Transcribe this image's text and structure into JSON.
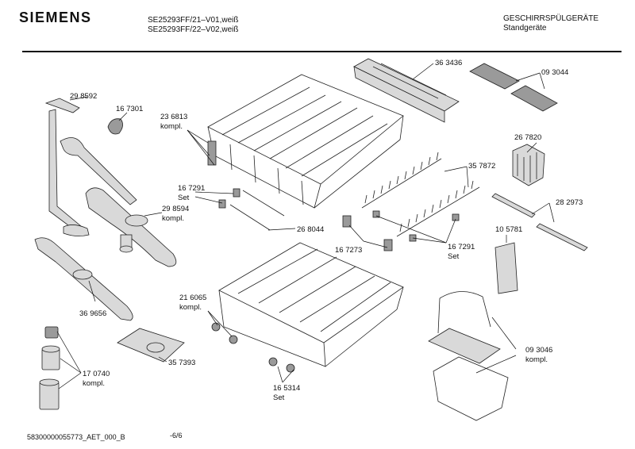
{
  "header": {
    "brand": "SIEMENS",
    "model_line_1": "SE25293FF/21–V01,weiß",
    "model_line_2": "SE25293FF/22–V02,weiß",
    "category": "GESCHIRRSPÜLGERÄTE",
    "subcategory": "Standgeräte"
  },
  "labels": {
    "p298592": "29 8592",
    "p167301": "16 7301",
    "p236813": "23 6813",
    "p236813_sub": "kompl.",
    "p363436": "36 3436",
    "p093044": "09 3044",
    "p267820": "26 7820",
    "p357872": "35 7872",
    "p167291a": "16 7291",
    "p167291a_sub": "Set",
    "p298594": "29 8594",
    "p298594_sub": "kompl.",
    "p268044": "26 8044",
    "p282973": "28 2973",
    "p167273": "16 7273",
    "p167291b": "16 7291",
    "p167291b_sub": "Set",
    "p105781": "10 5781",
    "p369656": "36 9656",
    "p216065": "21 6065",
    "p216065_sub": "kompl.",
    "p357393": "35 7393",
    "p093046": "09 3046",
    "p093046_sub": "kompl.",
    "p170740": "17 0740",
    "p170740_sub": "kompl.",
    "p165314": "16 5314",
    "p165314_sub": "Set"
  },
  "footer": {
    "doc_id": "58300000055773_AET_000_B",
    "page": "-6/6"
  }
}
